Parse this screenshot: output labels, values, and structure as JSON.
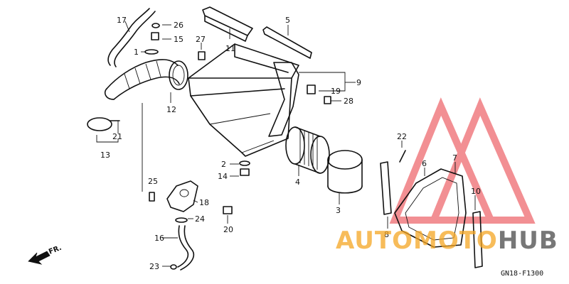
{
  "callouts": {
    "c1": "1",
    "c2": "2",
    "c3": "3",
    "c4": "4",
    "c5": "5",
    "c6": "6",
    "c7": "7",
    "c8": "8",
    "c9": "9",
    "c10": "10",
    "c11": "11",
    "c12": "12",
    "c13": "13",
    "c14": "14",
    "c15": "15",
    "c16": "16",
    "c17": "17",
    "c18": "18",
    "c19": "19",
    "c20": "20",
    "c21": "21",
    "c22": "22",
    "c23": "23",
    "c24": "24",
    "c25": "25",
    "c26": "26",
    "c27": "27",
    "c28": "28"
  },
  "direction_label": "FR.",
  "diagram_code": "GN18-F1300",
  "watermark": {
    "text_part1": "AUTO",
    "text_part2": "MOTO",
    "text_part3": "HUB",
    "orange": "#f5a623",
    "red": "#e8343c",
    "dark": "#4a4a4a"
  }
}
